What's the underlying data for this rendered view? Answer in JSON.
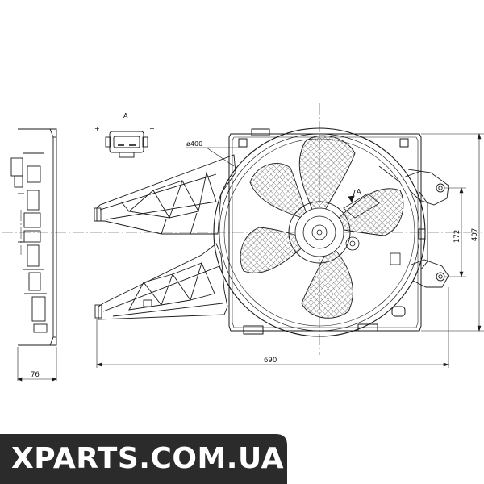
{
  "labels": {
    "connector": "A",
    "plus": "+",
    "minus": "−",
    "diameter": "ø400",
    "section_marker": "A"
  },
  "dimensions": {
    "width": "690",
    "depth": "76",
    "height": "407",
    "mount_spacing": "172"
  },
  "watermark": "XPARTS.COM.UA",
  "colors": {
    "line": "#1a1a1a",
    "hatch": "#333333",
    "banner": "#2b2b2b",
    "banner_text": "#ffffff"
  }
}
